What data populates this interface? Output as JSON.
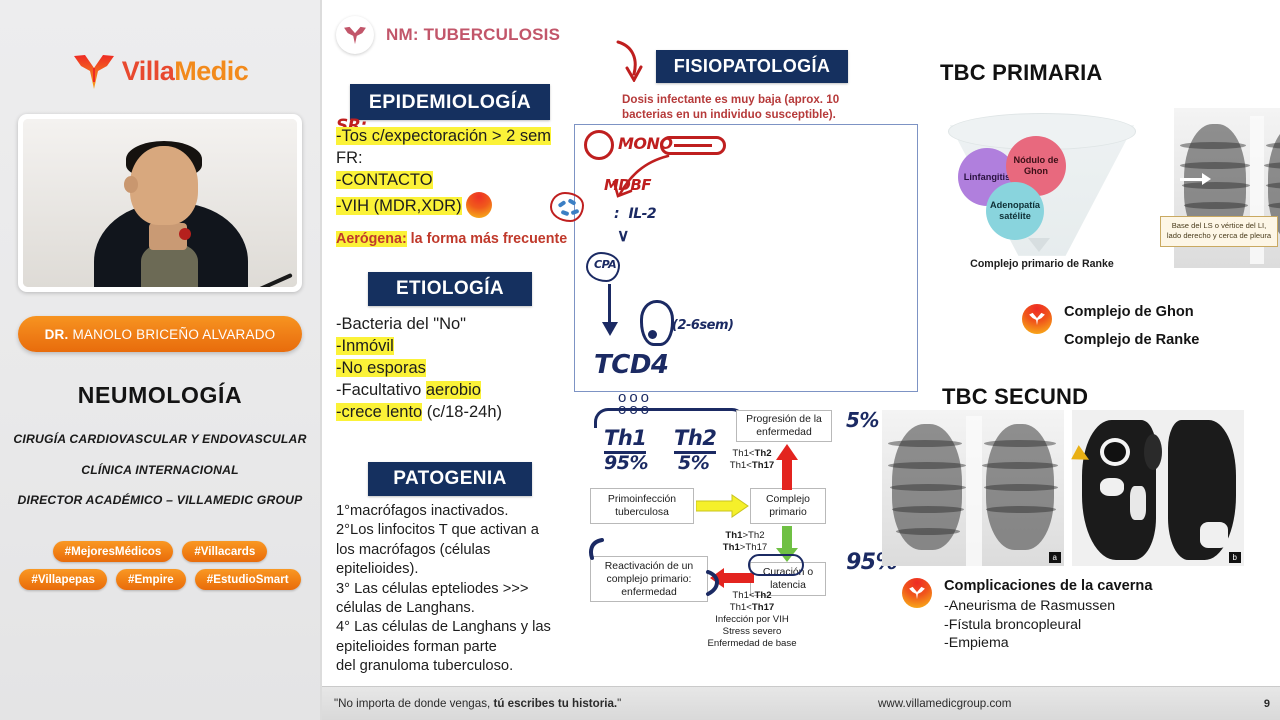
{
  "sidebar": {
    "brand": {
      "part1": "Villa",
      "part2": "Medic",
      "logo_icon": "villamedic-phoenix-logo"
    },
    "video_thumbnail_alt": "presenter-video-thumbnail",
    "doctor_prefix": "DR.",
    "doctor_name": "MANOLO BRICEÑO ALVARADO",
    "course": "NEUMOLOGÍA",
    "credentials": [
      "CIRUGÍA CARDIOVASCULAR Y ENDOVASCULAR",
      "CLÍNICA INTERNACIONAL",
      "DIRECTOR ACADÉMICO – VILLAMEDIC GROUP"
    ],
    "tags": [
      "#MejoresMédicos",
      "#Villacards",
      "#Villapepas",
      "#Empire",
      "#EstudioSmart"
    ]
  },
  "slide": {
    "header": {
      "icon": "villamedic-phoenix-badge",
      "title": "NM: TUBERCULOSIS"
    },
    "epidemiologia": {
      "banner": "EPIDEMIOLOGÍA",
      "hand_label": "SR:",
      "line1": "-Tos c/expectoración > 2 sem",
      "line2": "FR:",
      "line3": "-CONTACTO",
      "line4": "-VIH (MDR,XDR)",
      "aerogena_key": "Aerógena:",
      "aerogena_value": " la forma más frecuente"
    },
    "etiologia": {
      "banner": "ETIOLOGÍA",
      "line1": "-Bacteria del \"No\"",
      "line2": "-Inmóvil",
      "line3": "-No esporas",
      "line4a": "-Facultativo ",
      "line4b": "aerobio",
      "line5a": "-crece lento",
      "line5b": " (c/18-24h)"
    },
    "patogenia": {
      "banner": "PATOGENIA",
      "lines": [
        "1°macrófagos inactivados.",
        "2°Los linfocitos T que activan a",
        "los macrófagos (células",
        "epitelioides).",
        " 3° Las células epteliodes >>>",
        "células de Langhans.",
        " 4° Las células de Langhans y las",
        "epitelioides forman parte",
        "del granuloma tuberculoso."
      ]
    },
    "fisiopatologia": {
      "banner": "FISIOPATOLOGÍA",
      "caption": "Dosis infectante es muy baja (aprox. 10 bacterias en un individuo susceptible).",
      "handwriting": {
        "mono": "MONO",
        "mdbf": "MDBF",
        "il2": "IL-2",
        "cpa": "CPA",
        "weeks": "(2-6sem)",
        "tcd4": "TCD4",
        "th1": "Th1",
        "th1_pct": "95%",
        "th2": "Th2",
        "th2_pct": "5%",
        "prog_pct": "5%",
        "cur_pct": "95%"
      }
    },
    "flow": {
      "progresion": "Progresión de la enfermedad",
      "primoinfeccion": "Primoinfección tuberculosa",
      "complejo": "Complejo primario",
      "curacion": "Curación o latencia",
      "reactivacion": "Reactivación de un complejo primario: enfermedad",
      "label_up_1": "Th1<Th2",
      "label_up_2": "Th1<Th17",
      "label_down_1": "Th1>Th2",
      "label_down_2": "Th1>Th17",
      "label_left_1": "Th1<Th2",
      "label_left_2": "Th1<Th17",
      "label_left_3": "Infección por VIH",
      "label_left_4": "Stress severo",
      "label_left_5": "Enfermedad de base"
    },
    "tbc_primaria": {
      "title": "TBC PRIMARIA",
      "circle_linfangitis": "Linfangitis",
      "circle_nodulo": "Nódulo de Ghon",
      "circle_adenopatia": "Adenopatía satélite",
      "funnel_caption": "Complejo primario de Ranke",
      "xray_caption": "Base del LS o vértice del LI, lado derecho y cerca de pleura",
      "bullet_1": "Complejo de Ghon",
      "bullet_2": "Complejo de Ranke"
    },
    "tbc_secundaria": {
      "title": "TBC SECUND",
      "xray_a_tag": "a",
      "xray_b_tag": "b",
      "complications_title": "Complicaciones de la caverna",
      "complications": [
        "-Aneurisma de Rasmussen",
        "-Fístula broncopleural",
        "-Empiema"
      ]
    },
    "footer": {
      "quote_a": "\"No importa de donde vengas, ",
      "quote_b": "tú escribes tu historia.",
      "quote_c": "\"",
      "url": "www.villamedicgroup.com",
      "page": "9"
    }
  },
  "colors": {
    "banner_navy": "#15305f",
    "accent_orange": "#ef7d16",
    "brand_red": "#e8492f",
    "highlight_yellow": "#fbf238",
    "title_rose": "#c2566a",
    "hand_red": "#bf1f1f",
    "hand_blue": "#1b2a63"
  }
}
